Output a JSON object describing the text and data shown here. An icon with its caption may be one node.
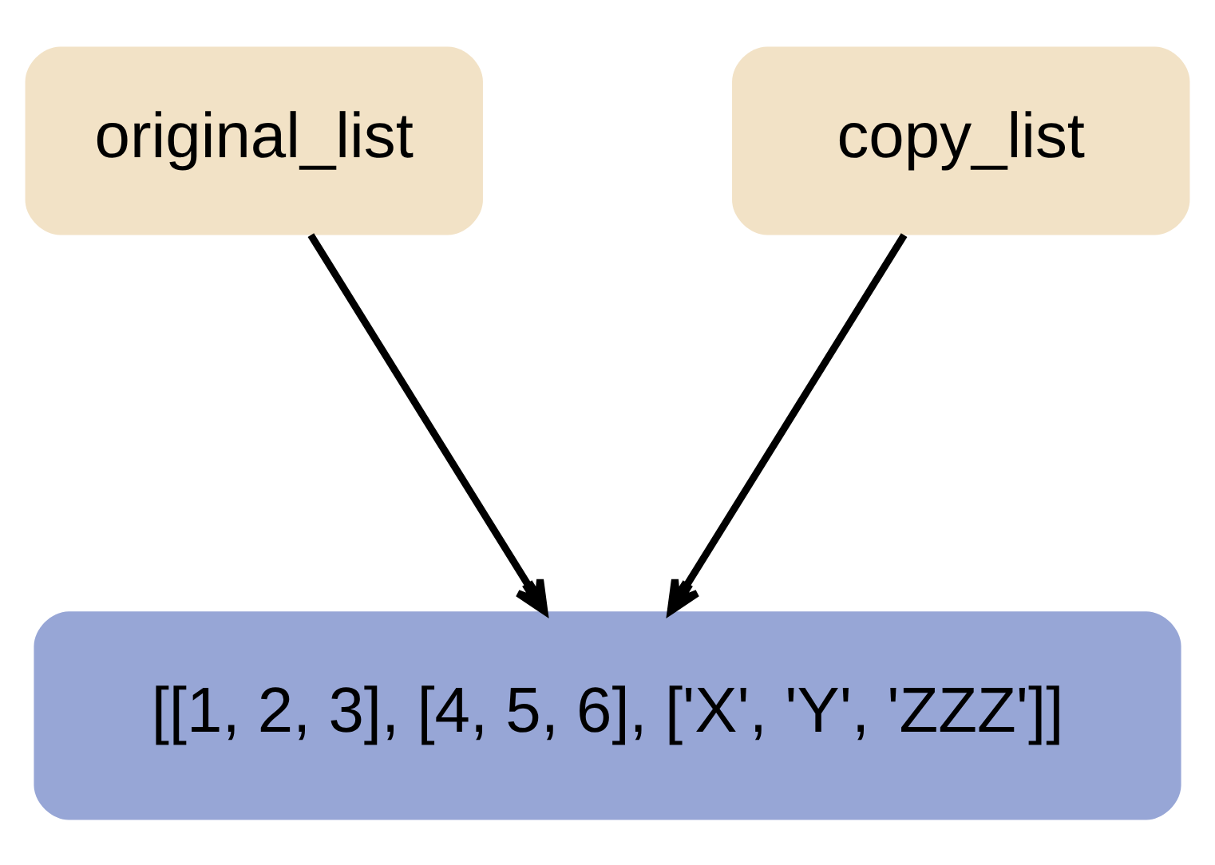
{
  "diagram": {
    "nodes": [
      {
        "text": [
          "original_list"
        ]
      },
      {
        "text": [
          "copy_list"
        ]
      },
      {
        "text": [
          "[[1, 2, 3], [4, 5, 6], ['X', 'Y', 'ZZZ']]"
        ]
      }
    ],
    "edges": [
      {
        "from": 0,
        "to": 2,
        "arrow": "to"
      },
      {
        "from": 1,
        "to": 2,
        "arrow": "to"
      }
    ]
  }
}
